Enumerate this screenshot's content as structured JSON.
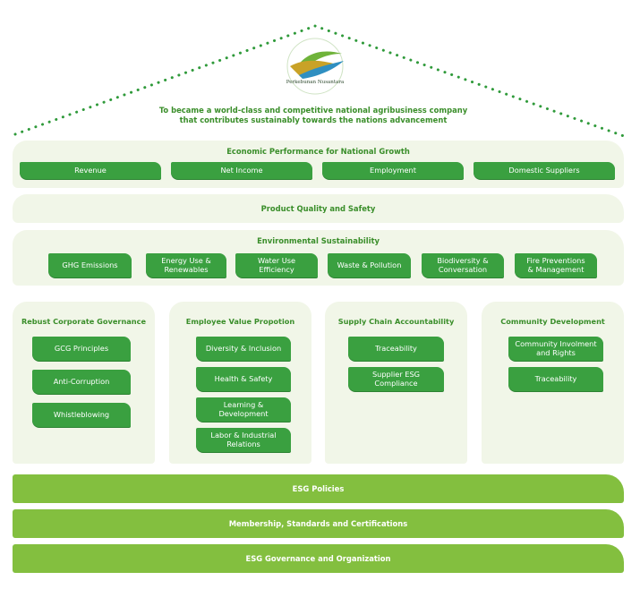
{
  "logo": {
    "name": "logo-icon",
    "wordmark": "Perkebunan Nusantara"
  },
  "vision": {
    "line1": "To became a world-class and competitive national agribusiness company",
    "line2": "that contributes sustainably towards the nations advancement"
  },
  "economic": {
    "title": "Economic Performance for National Growth",
    "items": [
      "Revenue",
      "Net Income",
      "Employment",
      "Domestic Suppliers"
    ]
  },
  "product": {
    "title": "Product Quality and Safety"
  },
  "environmental": {
    "title": "Environmental Sustainability",
    "items": [
      {
        "line1": "GHG Emissions",
        "line2": ""
      },
      {
        "line1": "Energy Use &",
        "line2": "Renewables"
      },
      {
        "line1": "Water Use",
        "line2": "Efficiency"
      },
      {
        "line1": "Waste & Pollution",
        "line2": ""
      },
      {
        "line1": "Biodiversity &",
        "line2": "Conversation"
      },
      {
        "line1": "Fire Preventions",
        "line2": "& Management"
      }
    ]
  },
  "pillars": [
    {
      "title": "Rebust Corporate Governance",
      "items": [
        {
          "line1": "GCG Principles",
          "line2": ""
        },
        {
          "line1": "Anti-Corruption",
          "line2": ""
        },
        {
          "line1": "Whistleblowing",
          "line2": ""
        }
      ]
    },
    {
      "title": "Employee Value Propotion",
      "items": [
        {
          "line1": "Diversity & Inclusion",
          "line2": ""
        },
        {
          "line1": "Health & Safety",
          "line2": ""
        },
        {
          "line1": "Learning &",
          "line2": "Development"
        },
        {
          "line1": "Labor & Industrial",
          "line2": "Relations"
        }
      ]
    },
    {
      "title": "Supply Chain Accountability",
      "items": [
        {
          "line1": "Traceability",
          "line2": ""
        },
        {
          "line1": "Supplier ESG",
          "line2": "Compliance"
        }
      ]
    },
    {
      "title": "Community Development",
      "items": [
        {
          "line1": "Community Involment",
          "line2": "and Rights"
        },
        {
          "line1": "Traceability",
          "line2": ""
        }
      ]
    }
  ],
  "foundation": {
    "policies": "ESG Policies",
    "membership": "Membership, Standards and Certifications",
    "governance": "ESG Governance and Organization"
  },
  "colors": {
    "pill_green": "#3aa040",
    "base_green": "#83bf3f",
    "panel_bg": "#f1f6e8",
    "title_green": "#3a8e2a",
    "roof_dots": "#2f9a3a"
  }
}
